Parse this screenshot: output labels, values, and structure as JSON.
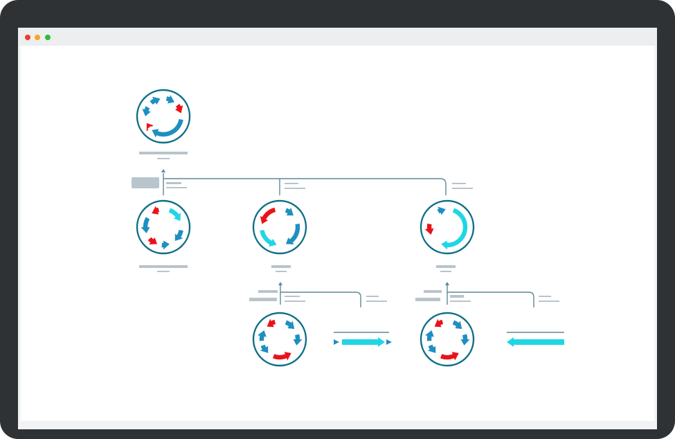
{
  "window": {
    "buttons": [
      {
        "name": "close",
        "color": "#e8412b"
      },
      {
        "name": "minimize",
        "color": "#f5a623"
      },
      {
        "name": "zoom",
        "color": "#2dbd3a"
      }
    ]
  },
  "colors": {
    "ring": "#0f6f86",
    "blue": "#1e8fc1",
    "red": "#e8131a",
    "cyan": "#20d6e4",
    "line": "#5f8796",
    "placeholder": "#b8c4ca",
    "button_fill": "#b9c5cc"
  },
  "diagram": {
    "description_free": true,
    "nodes": [
      {
        "id": "plasmid-root",
        "arrows": [
          "blue",
          "red",
          "blue",
          "blue",
          "red",
          "blue"
        ]
      },
      {
        "id": "plasmid-left",
        "arrows": [
          "cyan",
          "blue",
          "blue",
          "red",
          "blue",
          "red"
        ]
      },
      {
        "id": "plasmid-middle",
        "arrows": [
          "blue",
          "red",
          "cyan",
          "blue"
        ]
      },
      {
        "id": "plasmid-right",
        "arrows": [
          "blue",
          "red",
          "cyan"
        ]
      },
      {
        "id": "plasmid-child-1",
        "arrows": [
          "blue",
          "blue",
          "red",
          "blue",
          "red"
        ]
      },
      {
        "id": "plasmid-child-2",
        "arrows": [
          "blue",
          "blue",
          "red",
          "blue",
          "red"
        ]
      }
    ],
    "fragments": [
      {
        "id": "fragment-forward",
        "direction": "forward",
        "color": "cyan"
      },
      {
        "id": "fragment-reverse",
        "direction": "reverse",
        "color": "cyan"
      }
    ]
  }
}
